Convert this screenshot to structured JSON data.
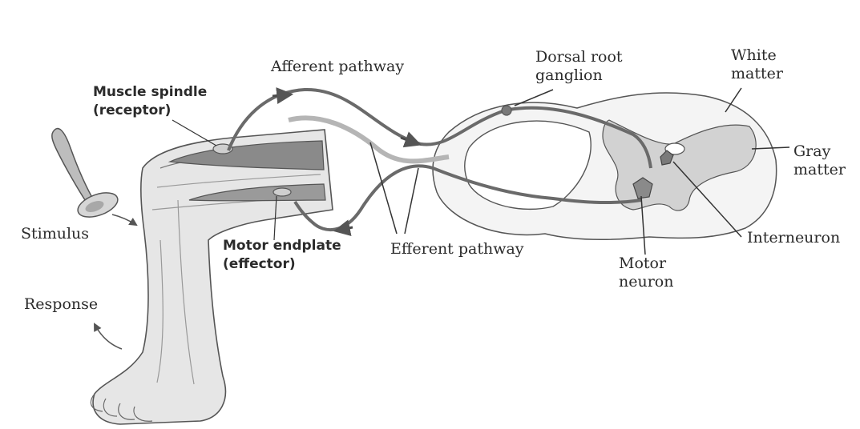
{
  "labels": {
    "afferent_pathway": "Afferent pathway",
    "dorsal_root_ganglion": [
      "Dorsal root",
      "ganglion"
    ],
    "white_matter": [
      "White",
      "matter"
    ],
    "muscle_spindle": [
      "Muscle spindle",
      "(receptor)"
    ],
    "gray_matter": [
      "Gray",
      "matter"
    ],
    "stimulus": "Stimulus",
    "interneuron": "Interneuron",
    "motor_endplate": [
      "Motor endplate",
      "(effector)"
    ],
    "efferent_pathway": "Efferent pathway",
    "motor_neuron": [
      "Motor",
      "neuron"
    ],
    "response": "Response"
  },
  "colors": {
    "outline": "#555555",
    "muscle": "#8a8a8a",
    "pathway": "#6a6a6a",
    "gray_matter": "#d2d2d2",
    "leg_fill": "#e6e6e6"
  }
}
